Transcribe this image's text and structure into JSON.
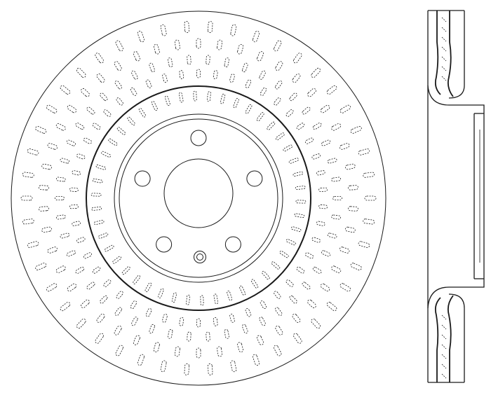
{
  "drawing": {
    "views": [
      {
        "id": "front-view",
        "part": "brake-rotor-face",
        "bolt_holes": 5,
        "center_bore": 1,
        "locator_holes": 1,
        "vent_slot_rings": 5
      },
      {
        "id": "side-view",
        "part": "brake-rotor-cross-section"
      }
    ],
    "colors": {
      "line": "#1a1a1a",
      "background": "#ffffff"
    }
  }
}
